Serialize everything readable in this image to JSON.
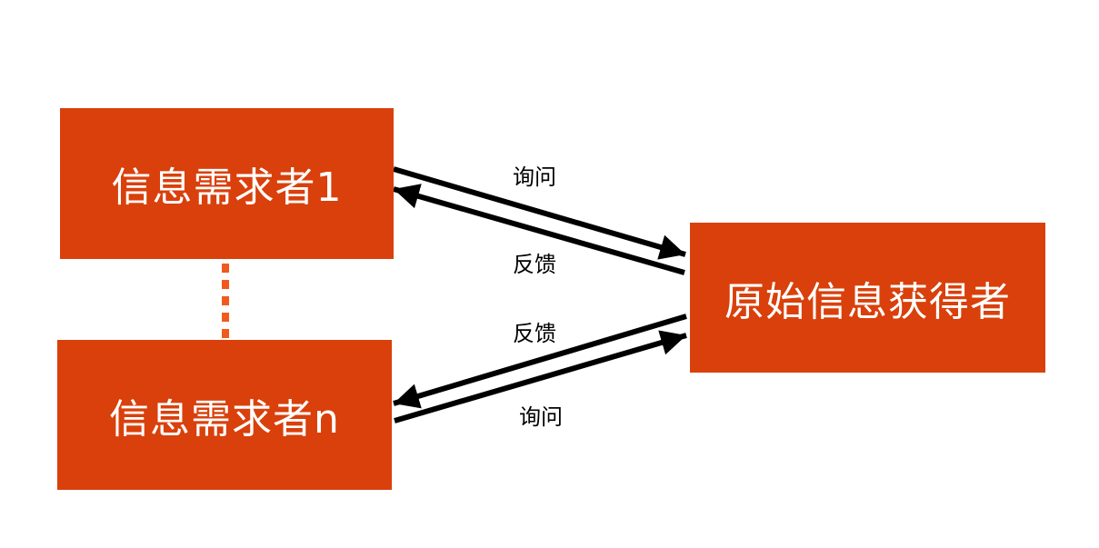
{
  "nodes": {
    "requester_1": "信息需求者1",
    "requester_n": "信息需求者n",
    "source": "原始信息获得者"
  },
  "edges": {
    "ask_1": "询问",
    "feedback_1": "反馈",
    "feedback_n": "反馈",
    "ask_n": "询问"
  },
  "colors": {
    "box": "#d9400b",
    "dotted_connector": "#f05a1e",
    "arrow": "#000000",
    "box_text": "#ffffff"
  }
}
